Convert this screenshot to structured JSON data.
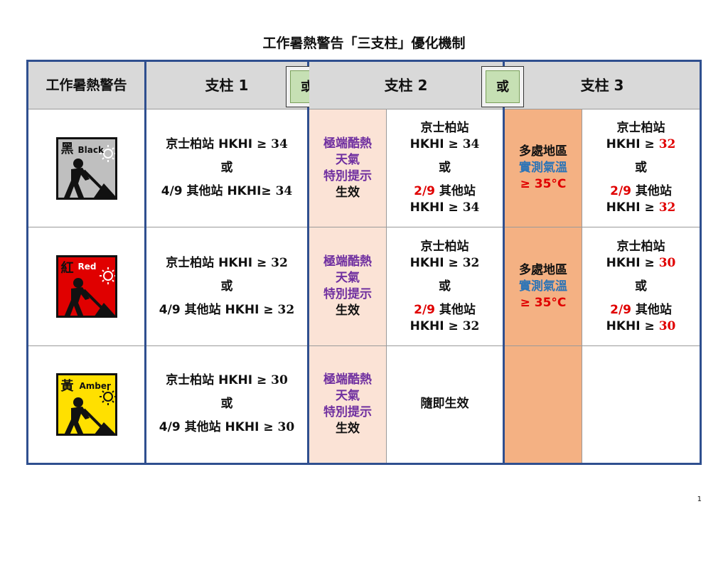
{
  "title": "工作暑熱警告「三支柱」優化機制",
  "header": {
    "col0": "工作暑熱警告",
    "pillar1": "支柱 1",
    "pillar2": "支柱 2",
    "pillar3": "支柱 3",
    "or": "或"
  },
  "rows": [
    {
      "icon": "black-heat-warning-icon",
      "icon_char": "黑",
      "icon_word": "Black",
      "icon_color": "#bfbfbf",
      "p1": {
        "l1": "京士柏站 HKHI ≥ ",
        "n1": "34",
        "or": "或",
        "l2": "4/9 其他站 HKHI≥ ",
        "n2": "34"
      },
      "p2a": {
        "a": "極端酷熱",
        "b": "天氣",
        "c": "特別提示",
        "d": "生效"
      },
      "p2b": {
        "a": "京士柏站",
        "b": "HKHI ≥ ",
        "bn": "34",
        "or": "或",
        "c": "2/9",
        "c2": " 其他站",
        "d": "HKHI ≥ ",
        "dn": "34"
      },
      "p3a": {
        "a": "多處地區",
        "b": "實測氣溫",
        "c": "≥ 35°C"
      },
      "p3b": {
        "a": "京士柏站",
        "b": "HKHI ≥ ",
        "bn": "32",
        "or": "或",
        "c": "2/9",
        "c2": " 其他站",
        "d": "HKHI ≥ ",
        "dn": "32"
      }
    },
    {
      "icon": "red-heat-warning-icon",
      "icon_char": "紅",
      "icon_word": "Red",
      "icon_color": "#e00000",
      "p1": {
        "l1": "京士柏站 HKHI ≥ ",
        "n1": "32",
        "or": "或",
        "l2": "4/9 其他站 HKHI ≥ ",
        "n2": "32"
      },
      "p2a": {
        "a": "極端酷熱",
        "b": "天氣",
        "c": "特別提示",
        "d": "生效"
      },
      "p2b": {
        "a": "京士柏站",
        "b": "HKHI ≥ ",
        "bn": "32",
        "or": "或",
        "c": "2/9",
        "c2": " 其他站",
        "d": "HKHI ≥ ",
        "dn": "32"
      },
      "p3a": {
        "a": "多處地區",
        "b": "實測氣溫",
        "c": "≥ 35°C"
      },
      "p3b": {
        "a": "京士柏站",
        "b": "HKHI ≥ ",
        "bn": "30",
        "or": "或",
        "c": "2/9",
        "c2": " 其他站",
        "d": "HKHI ≥ ",
        "dn": "30"
      }
    },
    {
      "icon": "amber-heat-warning-icon",
      "icon_char": "黃",
      "icon_word": "Amber",
      "icon_color": "#ffe000",
      "p1": {
        "l1": "京士柏站 HKHI ≥ ",
        "n1": "30",
        "or": "或",
        "l2": "4/9 其他站 HKHI ≥ ",
        "n2": "30"
      },
      "p2a": {
        "a": "極端酷熱",
        "b": "天氣",
        "c": "特別提示",
        "d": "生效"
      },
      "p2b": {
        "a": "隨即生效"
      }
    }
  ],
  "page_number": "1"
}
